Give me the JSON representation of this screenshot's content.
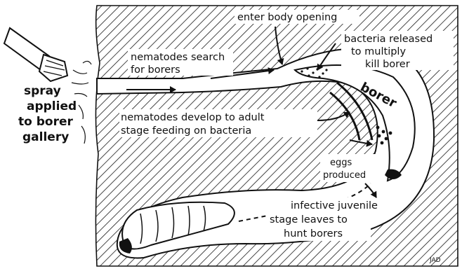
{
  "labels": {
    "spray": [
      "spray",
      "applied",
      "to borer",
      "gallery"
    ],
    "search": [
      "nematodes search",
      "for borers"
    ],
    "enter": "enter body opening",
    "bacteria": [
      "bacteria released",
      "to multiply",
      "kill borer"
    ],
    "borer": "borer",
    "develop": [
      "nematodes develop to adult",
      "stage feeding on bacteria"
    ],
    "eggs": [
      "eggs",
      "produced"
    ],
    "infective": [
      "infective juvenile",
      "stage leaves to",
      "hunt borers"
    ],
    "signature": "JAD"
  }
}
